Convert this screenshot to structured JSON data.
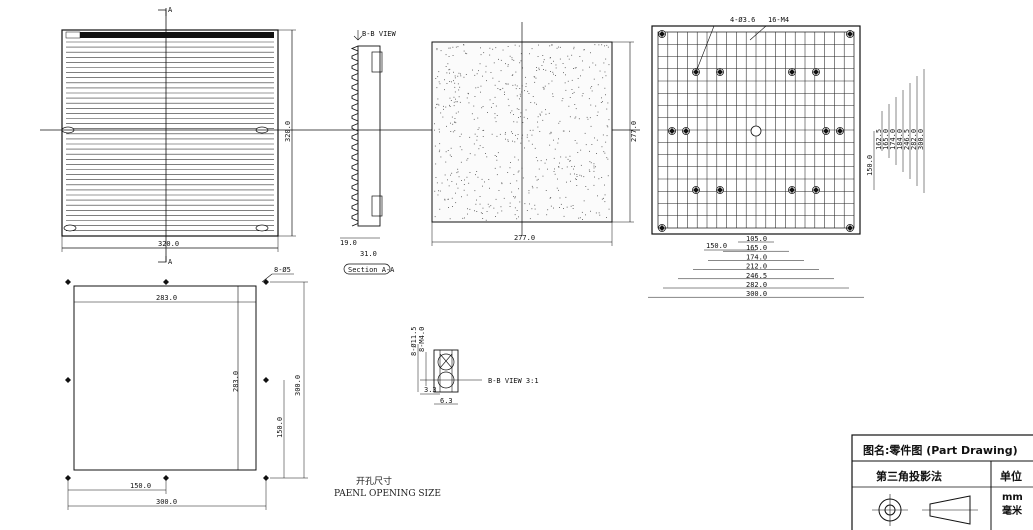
{
  "front_view": {
    "section_mark_top": "A",
    "section_mark_bottom": "A",
    "width_dim": "320.0",
    "height_dim": "320.0"
  },
  "side_view": {
    "view_label": "B-B VIEW",
    "section_label": "Section A-A",
    "dim_a": "19.0",
    "dim_b": "31.0"
  },
  "filter_view": {
    "width_dim": "277.0",
    "height_dim": "277.0"
  },
  "rear_view": {
    "hole_callout": "4-Ø3.6",
    "thread_callout": "16-M4",
    "vertical_dims": [
      "162.5",
      "165.0",
      "174.0",
      "184.0",
      "246.5",
      "282.0",
      "300.0"
    ],
    "inner_vertical_dim": "150.0",
    "horizontal_dims": [
      "105.0",
      "165.0",
      "174.0",
      "212.0",
      "246.5",
      "282.0",
      "300.0"
    ],
    "inner_horizontal_dim": "150.0"
  },
  "cutout_view": {
    "hole_callout": "8-Ø5",
    "inner_width_dim": "283.0",
    "inner_height_dim": "283.0",
    "outer_height_dim": "300.0",
    "half_height_dim": "150.0",
    "half_width_dim": "150.0",
    "outer_width_dim": "300.0",
    "title_cn": "开孔尺寸",
    "title_en": "PAENL OPENING SIZE"
  },
  "detail_view": {
    "hole_dim": "8-Ø11.5",
    "thread_dim": "8-M4.0",
    "dim_33": "3.3",
    "dim_63": "6.3",
    "label": "B-B VIEW 3:1"
  },
  "title_block": {
    "part_name": "图名:零件图 (Part Drawing)",
    "projection": "第三角投影法",
    "unit_label": "单位",
    "unit_mm": "mm",
    "unit_cn": "毫米"
  }
}
